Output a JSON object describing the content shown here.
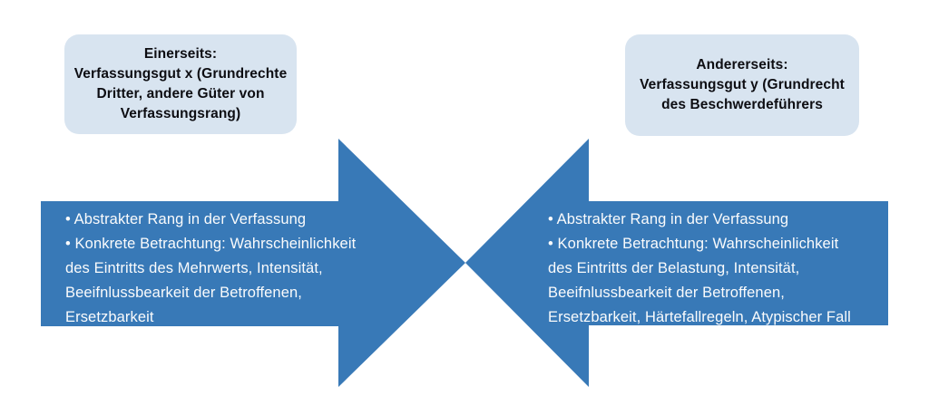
{
  "colors": {
    "arrow_blue": "#3879b7",
    "box_light_blue": "#d8e4f0",
    "box_text": "#0d0d12",
    "arrow_text": "#fafbfc",
    "background": "#ffffff"
  },
  "left_box": {
    "lines": [
      "Einerseits:",
      "Verfassungsgut x (Grundrechte",
      "Dritter, andere Güter von",
      "Verfassungsrang)"
    ]
  },
  "right_box": {
    "lines": [
      "Andererseits:",
      "Verfassungsgut y (Grundrecht",
      "des Beschwerdeführers"
    ]
  },
  "left_arrow": {
    "direction": "right",
    "lines": [
      "• Abstrakter Rang in der Verfassung",
      "• Konkrete Betrachtung: Wahrscheinlichkeit",
      "des Eintritts des Mehrwerts, Intensität,",
      "Beeifnlussbearkeit der Betroffenen,",
      "Ersetzbarkeit"
    ]
  },
  "right_arrow": {
    "direction": "left",
    "lines": [
      "• Abstrakter Rang in der Verfassung",
      "• Konkrete Betrachtung: Wahrscheinlichkeit",
      "des Eintritts der Belastung, Intensität,",
      "Beeifnlussbearkeit der Betroffenen,",
      "Ersetzbarkeit, Härtefallregeln, Atypischer Fall"
    ]
  }
}
